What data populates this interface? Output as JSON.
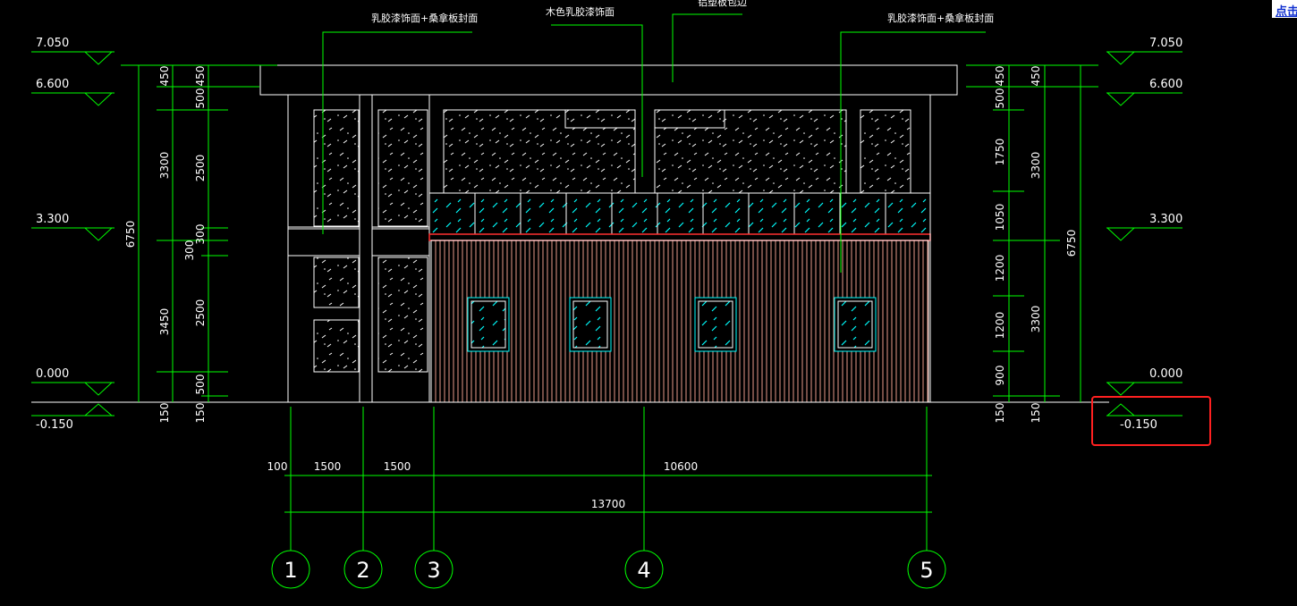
{
  "top_link": "点击",
  "annotations": {
    "a1": "乳胶漆饰面+桑拿板封面",
    "a2": "木色乳胶漆饰面",
    "a3": "铝塑板包边",
    "a4": "乳胶漆饰面+桑拿板封面"
  },
  "elevations": {
    "left": [
      "7.050",
      "6.600",
      "3.300",
      "0.000",
      "-0.150"
    ],
    "right": [
      "7.050",
      "6.600",
      "3.300",
      "0.000",
      "-0.150"
    ]
  },
  "dims": {
    "left_outer": [
      "6750"
    ],
    "left_mid": [
      "450",
      "3300",
      "3450",
      "150"
    ],
    "left_inner": [
      "450",
      "500",
      "2500",
      "300",
      "300",
      "2500",
      "500",
      "150"
    ],
    "right_inner": [
      "450",
      "500",
      "1750",
      "1050",
      "1200",
      "1200",
      "900",
      "150"
    ],
    "right_mid": [
      "450",
      "3300",
      "3300",
      "150"
    ],
    "right_outer": [
      "6750"
    ],
    "bottom_spans": [
      "100",
      "1500",
      "1500",
      "10600"
    ],
    "bottom_total": "13700"
  },
  "axes": [
    "1",
    "2",
    "3",
    "4",
    "5"
  ],
  "colors": {
    "line": "#ffffff",
    "dim": "#00ff00",
    "glass": "#00ffff",
    "wood": "#e89a8a",
    "highlight": "#ff2020"
  }
}
